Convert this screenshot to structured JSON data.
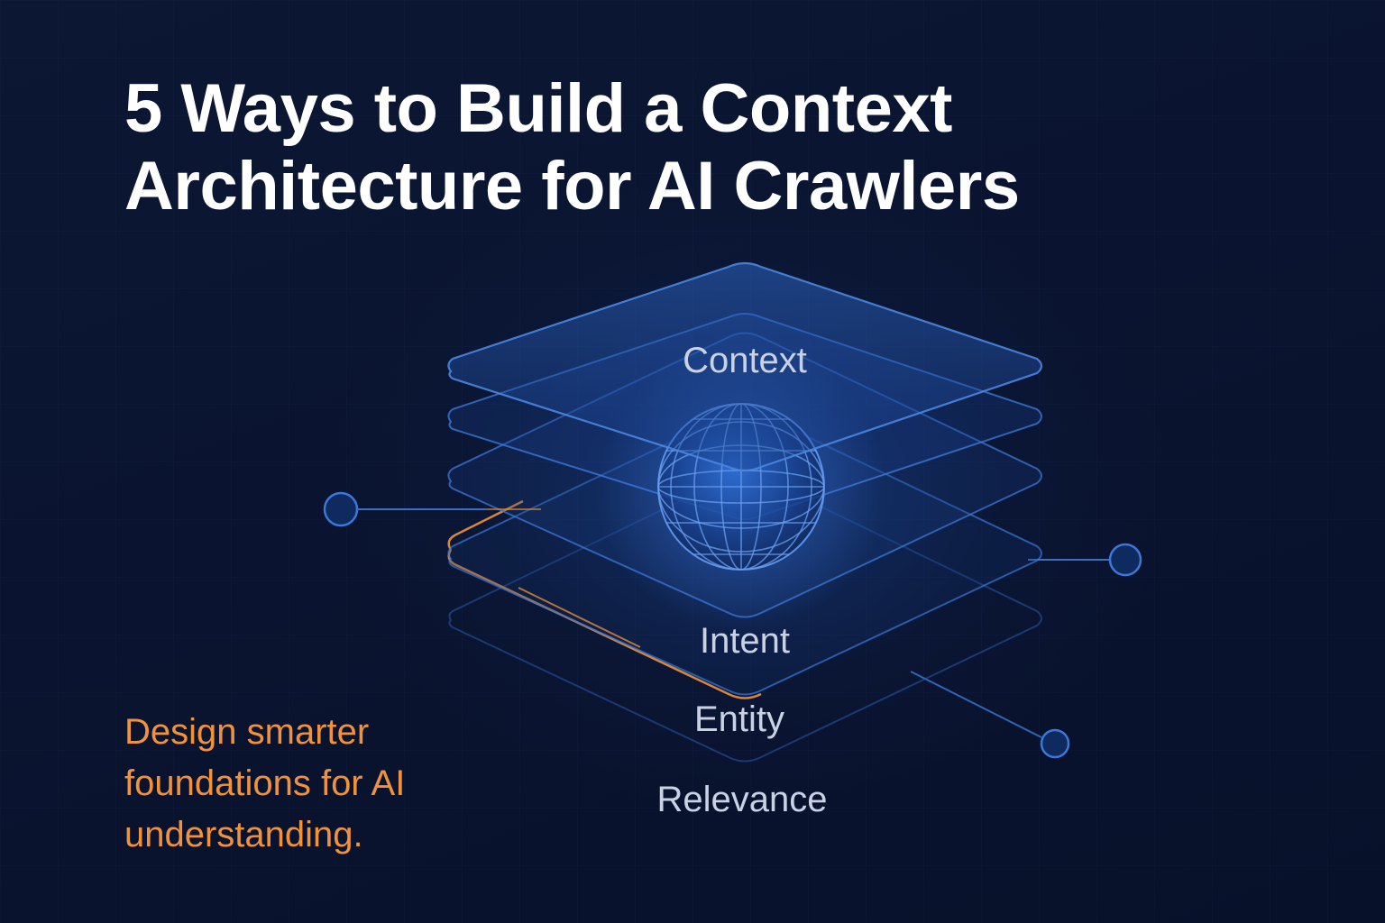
{
  "title": {
    "line1": "5 Ways to Build a Context",
    "line2": "Architecture for AI Crawlers"
  },
  "tagline": {
    "line1": "Design smarter",
    "line2": "foundations for AI",
    "line3": "understanding."
  },
  "diagram": {
    "layers": [
      {
        "label": "Context"
      },
      {
        "label": "Intent"
      },
      {
        "label": "Entity"
      },
      {
        "label": "Relevance"
      }
    ],
    "center_icon": "globe-icon",
    "colors": {
      "layer_stroke": "#3b78d8",
      "accent_orange": "#f0923c",
      "node": "#2f6fd1",
      "label": "#c9d2e4"
    }
  }
}
